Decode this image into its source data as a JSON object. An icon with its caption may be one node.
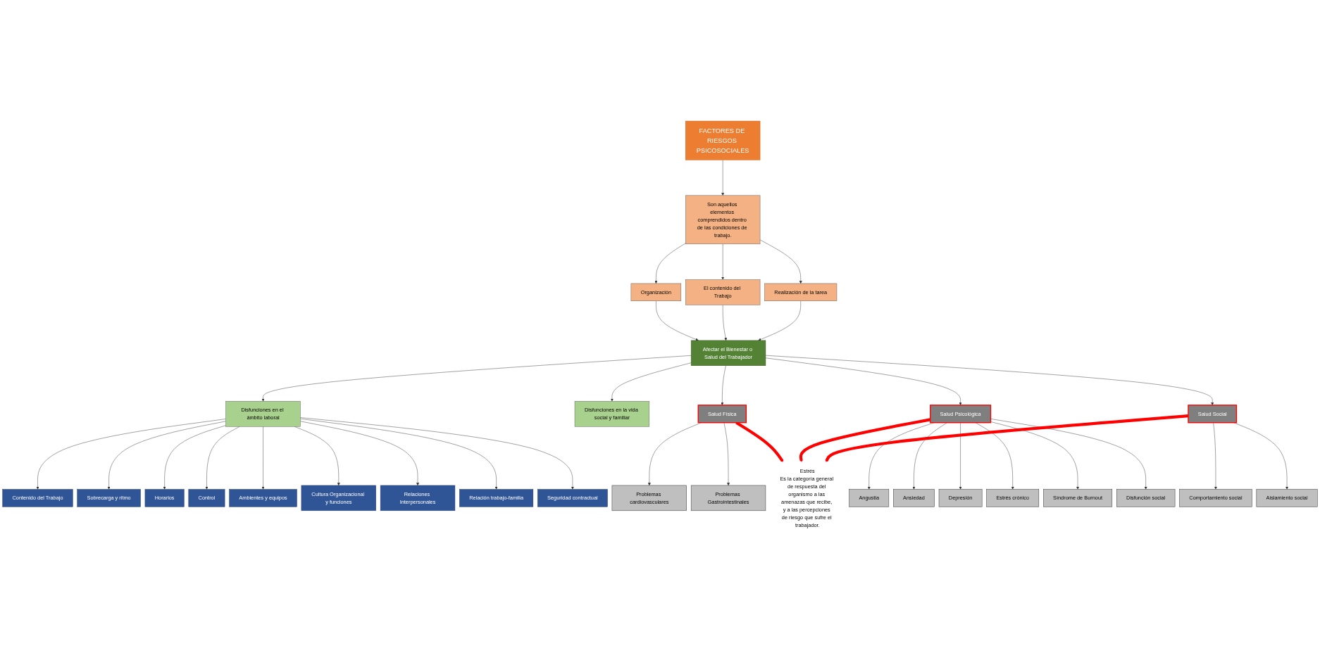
{
  "diagram": {
    "nodes": [
      {
        "text": [
          "FACTORES DE RIESGOS PSICOSOCIALES"
        ]
      },
      {
        "text": [
          "Son aquellos elementos comprendidos dentro de las condiciones de trabajo."
        ]
      },
      {
        "text": [
          "Organización"
        ]
      },
      {
        "text": [
          "Realización de la tarea"
        ]
      },
      {
        "text": [
          "El contenido del Trabajo"
        ]
      },
      {
        "text": [
          "Afectar el Bienestar o Salud del Trabajador"
        ]
      },
      {
        "text": [
          "Disfunciones en el ámbito laboral"
        ]
      },
      {
        "text": [
          "Disfunciones en la vida social y familiar"
        ]
      },
      {
        "text": [
          "Contenido del Trabajo"
        ]
      },
      {
        "text": [
          "Sobrecarga y ritmo"
        ]
      },
      {
        "text": [
          "Horarios"
        ]
      },
      {
        "text": [
          "Control"
        ]
      },
      {
        "text": [
          "Ambientes y equipos"
        ]
      },
      {
        "text": [
          "Cultura Organizacional y funciones"
        ]
      },
      {
        "text": [
          "Relaciones Interpersonales"
        ]
      },
      {
        "text": [
          "Relación trabajo-familia"
        ]
      },
      {
        "text": [
          "Seguridad contractual"
        ]
      },
      {
        "text": [
          "Salud Física"
        ]
      },
      {
        "text": [
          "Salud Psicológica"
        ]
      },
      {
        "text": [
          "Salud Social"
        ]
      },
      {
        "text": [
          "Problemas cardiovasculares"
        ]
      },
      {
        "text": [
          "Problemas Gastrointestinales"
        ]
      },
      {
        "text": [
          "Angustia"
        ]
      },
      {
        "text": [
          "Ansiedad"
        ]
      },
      {
        "text": [
          "Depresión"
        ]
      },
      {
        "text": [
          "Estrés crónico"
        ]
      },
      {
        "text": [
          "Síndrome de Burnout"
        ]
      },
      {
        "text": [
          "Disfunción social"
        ]
      },
      {
        "text": [
          "Comportamiento social"
        ]
      },
      {
        "text": [
          "Aislamiento social"
        ]
      },
      {
        "text": [
          "Estrés",
          "Es la categoría general de respuesta del organismo a las amenazas que recibe, y a las percepciones de riesgo que sufre el trabajador."
        ]
      }
    ],
    "edges": [
      {
        "from": 0,
        "to": 1,
        "arrow": "to"
      },
      {
        "from": 1,
        "to": 2,
        "arrow": "to"
      },
      {
        "from": 1,
        "to": 3,
        "arrow": "to"
      },
      {
        "from": 1,
        "to": 4,
        "arrow": "to"
      },
      {
        "from": 2,
        "to": 5,
        "arrow": "to"
      },
      {
        "from": 4,
        "to": 5,
        "arrow": "to"
      },
      {
        "from": 3,
        "to": 5,
        "arrow": "to"
      },
      {
        "from": 5,
        "to": 6,
        "arrow": "to"
      },
      {
        "from": 5,
        "to": 7,
        "arrow": "to"
      },
      {
        "from": 6,
        "to": 8,
        "arrow": "to"
      },
      {
        "from": 6,
        "to": 9,
        "arrow": "to"
      },
      {
        "from": 6,
        "to": 10,
        "arrow": "to"
      },
      {
        "from": 6,
        "to": 11,
        "arrow": "to"
      },
      {
        "from": 6,
        "to": 12,
        "arrow": "to"
      },
      {
        "from": 6,
        "to": 13,
        "arrow": "to"
      },
      {
        "from": 6,
        "to": 14,
        "arrow": "to"
      },
      {
        "from": 6,
        "to": 15,
        "arrow": "to"
      },
      {
        "from": 6,
        "to": 16,
        "arrow": "to"
      },
      {
        "from": 5,
        "to": 17,
        "arrow": "to"
      },
      {
        "from": 5,
        "to": 18,
        "arrow": "to"
      },
      {
        "from": 5,
        "to": 19,
        "arrow": "to"
      },
      {
        "from": 17,
        "to": 20,
        "arrow": "to"
      },
      {
        "from": 17,
        "to": 21,
        "arrow": "to"
      },
      {
        "from": 18,
        "to": 22,
        "arrow": "to"
      },
      {
        "from": 18,
        "to": 23,
        "arrow": "to"
      },
      {
        "from": 18,
        "to": 24,
        "arrow": "to"
      },
      {
        "from": 18,
        "to": 25,
        "arrow": "to"
      },
      {
        "from": 18,
        "to": 26,
        "arrow": "to"
      },
      {
        "from": 18,
        "to": 27,
        "arrow": "to"
      },
      {
        "from": 19,
        "to": 28,
        "arrow": "to"
      },
      {
        "from": 19,
        "to": 29,
        "arrow": "to"
      },
      {
        "from": 17,
        "to": 30,
        "arrow": "to",
        "style": "thick",
        "color": "#ff0000"
      },
      {
        "from": 18,
        "to": 30,
        "arrow": "to",
        "style": "thick",
        "color": "#ff0000"
      },
      {
        "from": 19,
        "to": 30,
        "arrow": "to",
        "style": "thick",
        "color": "#ff0000"
      }
    ]
  }
}
